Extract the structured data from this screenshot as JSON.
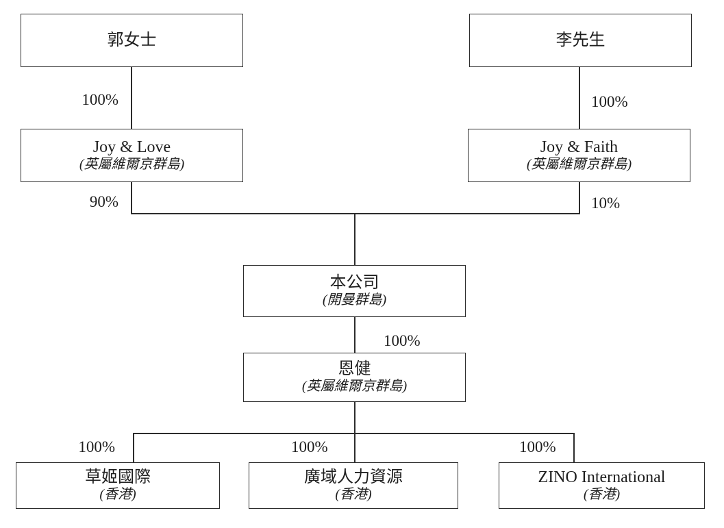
{
  "diagram": {
    "type": "corporate-ownership-structure",
    "background_color": "#ffffff",
    "line_color": "#2c2c2c",
    "nodes": {
      "guo": {
        "name": "郭女士"
      },
      "li": {
        "name": "李先生"
      },
      "joy_love": {
        "name": "Joy & Love",
        "location": "(英屬維爾京群島)"
      },
      "joy_faith": {
        "name": "Joy & Faith",
        "location": "(英屬維爾京群島)"
      },
      "company": {
        "name": "本公司",
        "location": "(開曼群島)"
      },
      "ngan_kin": {
        "name": "恩健",
        "location": "(英屬維爾京群島)"
      },
      "herbs_intl": {
        "name": "草姬國際",
        "location": "(香港)"
      },
      "broad_hr": {
        "name": "廣域人力資源",
        "location": "(香港)"
      },
      "zino_intl": {
        "name": "ZINO International",
        "location": "(香港)"
      }
    },
    "edges": {
      "guo_joy_love": {
        "from": "郭女士",
        "to": "Joy & Love",
        "label": "100%"
      },
      "li_joy_faith": {
        "from": "李先生",
        "to": "Joy & Faith",
        "label": "100%"
      },
      "joy_love_company": {
        "from": "Joy & Love",
        "to": "本公司",
        "label": "90%"
      },
      "joy_faith_company": {
        "from": "Joy & Faith",
        "to": "本公司",
        "label": "10%"
      },
      "company_ngan_kin": {
        "from": "本公司",
        "to": "恩健",
        "label": "100%"
      },
      "ngan_kin_herbs_intl": {
        "from": "恩健",
        "to": "草姬國際",
        "label": "100%"
      },
      "ngan_kin_broad_hr": {
        "from": "恩健",
        "to": "廣域人力資源",
        "label": "100%"
      },
      "ngan_kin_zino_intl": {
        "from": "恩健",
        "to": "ZINO International",
        "label": "100%"
      }
    }
  }
}
